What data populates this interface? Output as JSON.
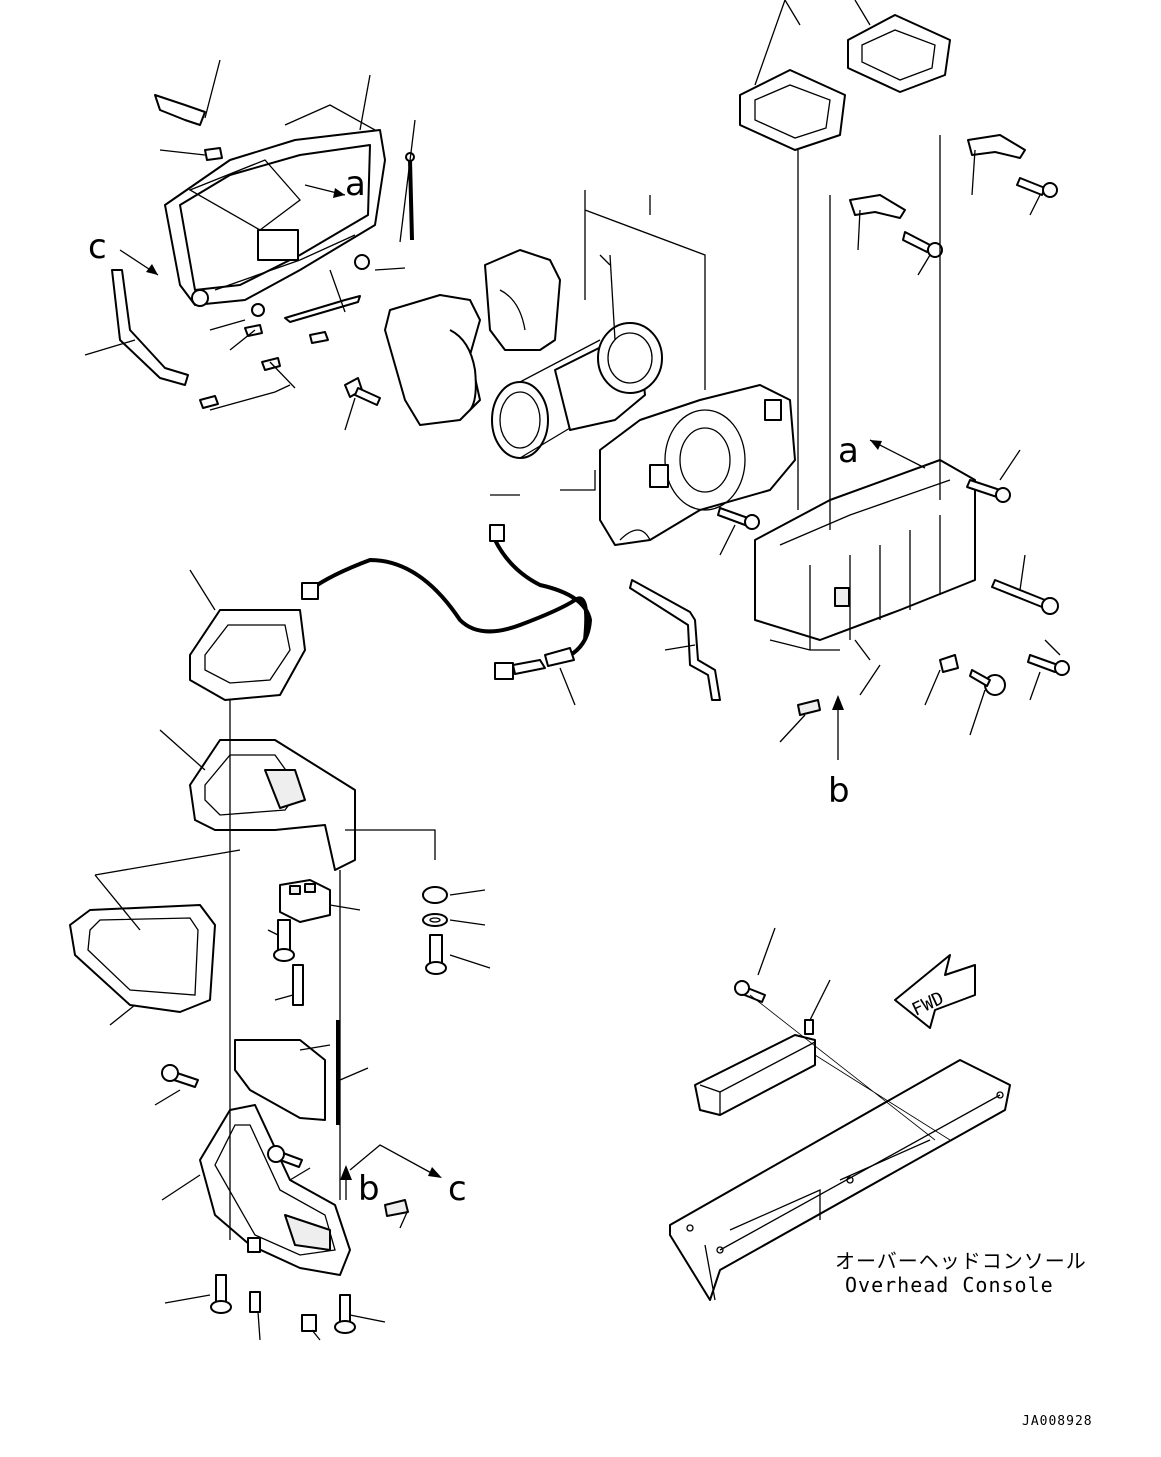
{
  "labels": {
    "ref_a_top": "a",
    "ref_a_right": "a",
    "ref_b_right": "b",
    "ref_b_bottom": "b",
    "ref_c_left": "c",
    "ref_c_bottom": "c",
    "fwd": "FWD"
  },
  "caption": {
    "japanese": "オーバーヘッドコンソール",
    "english": "Overhead Console"
  },
  "drawing_code": "JA008928"
}
